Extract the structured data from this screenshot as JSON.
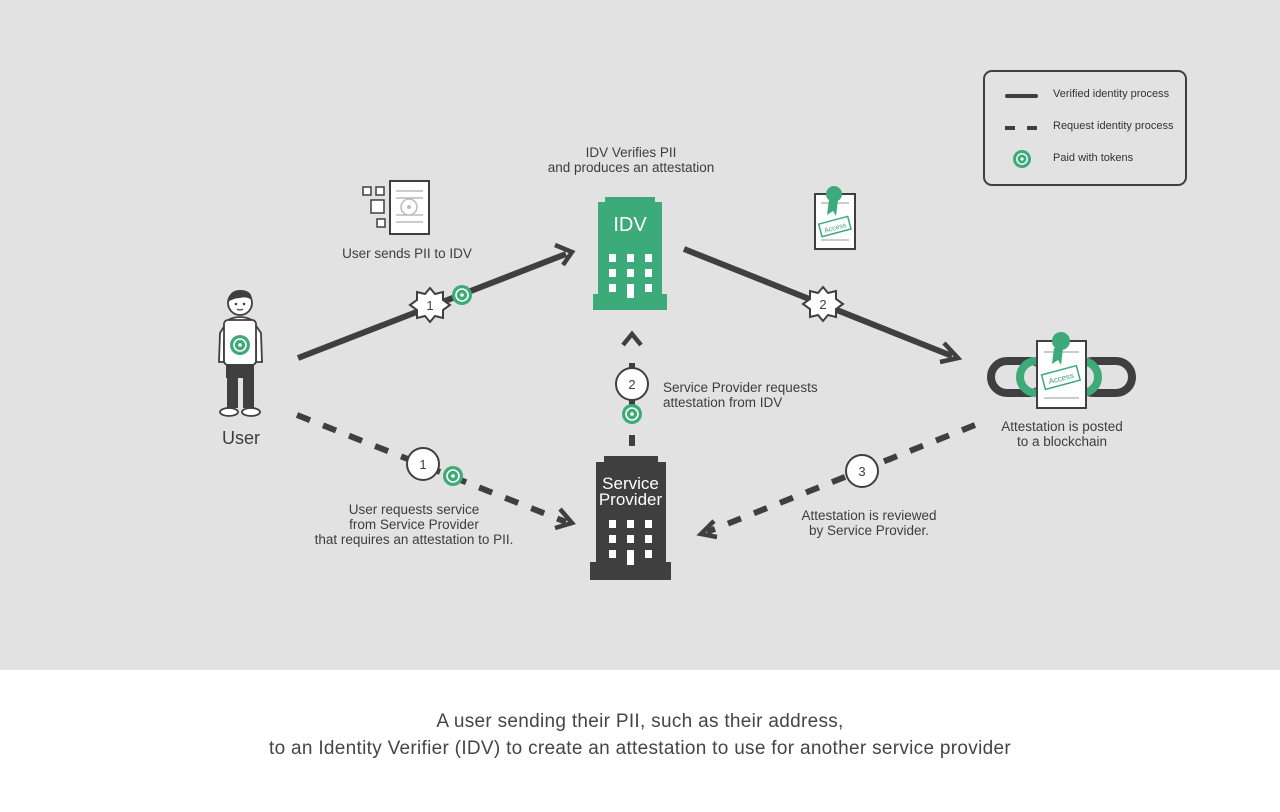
{
  "legend": {
    "verified": "Verified identity process",
    "request": "Request identity process",
    "paid": "Paid with tokens"
  },
  "nodes": {
    "user": "User",
    "idv": "IDV",
    "service_provider_line1": "Service",
    "service_provider_line2": "Provider",
    "access_stamp": "Access"
  },
  "labels": {
    "idv_verifies_1": "IDV Verifies PII",
    "idv_verifies_2": "and produces an attestation",
    "user_sends": "User sends PII to IDV",
    "sp_requests_1": "Service Provider requests",
    "sp_requests_2": "attestation from IDV",
    "blockchain_1": "Attestation is posted",
    "blockchain_2": "to a blockchain",
    "user_requests_1": "User requests service",
    "user_requests_2": "from Service Provider",
    "user_requests_3": "that requires an attestation to PII.",
    "reviewed_1": "Attestation is reviewed",
    "reviewed_2": "by Service Provider."
  },
  "steps": {
    "verified_1": "1",
    "verified_2": "2",
    "request_1": "1",
    "request_2": "2",
    "request_3": "3"
  },
  "caption": {
    "line1": "A user sending their PII, such as their address,",
    "line2": "to an Identity Verifier (IDV) to create an attestation to use for another service provider"
  },
  "colors": {
    "background": "#e2e2e2",
    "accent_green": "#3daa7a",
    "dark": "#3f3f3f",
    "text": "#3d3d3d"
  }
}
